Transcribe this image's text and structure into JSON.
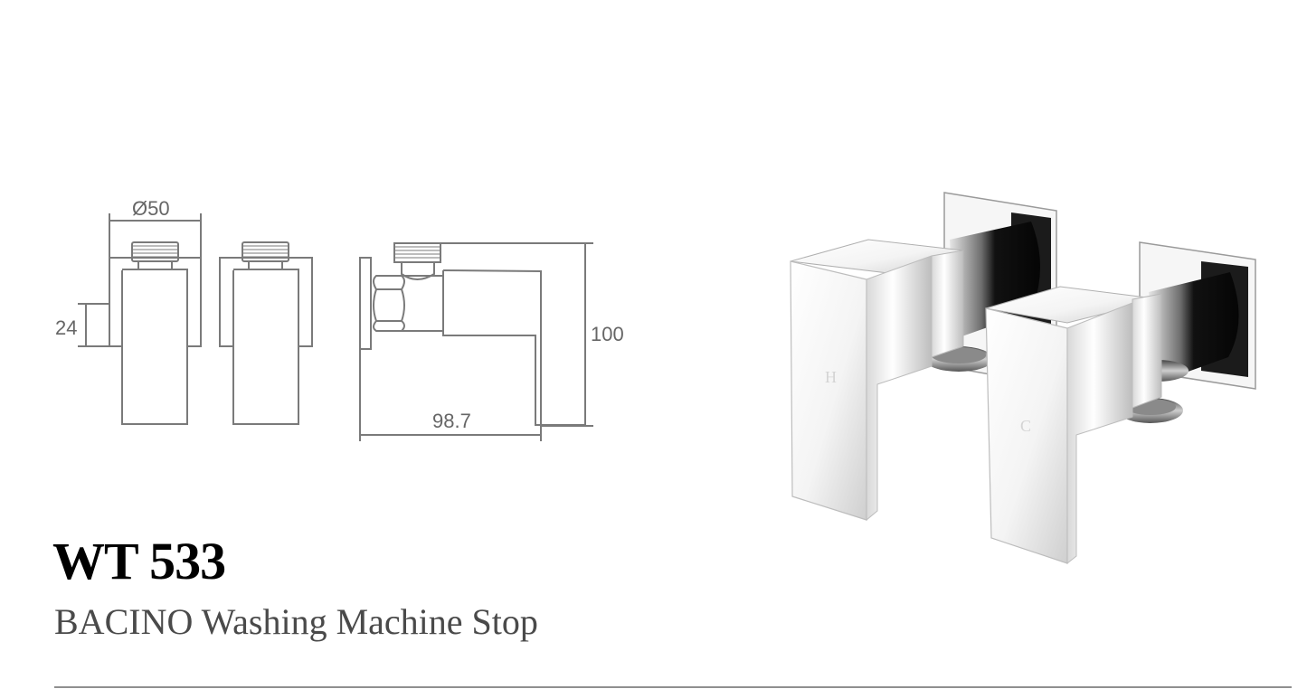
{
  "product": {
    "model": "WT 533",
    "name": "BACINO Washing Machine Stop"
  },
  "dimensions": {
    "diameter": "Ø50",
    "height_small": "24",
    "height_total": "100",
    "depth": "98.7"
  },
  "product_image": {
    "handle_labels": [
      "H",
      "C"
    ],
    "finish": "chrome"
  },
  "colors": {
    "line": "#7a7a7a",
    "text_dim": "#666666",
    "title": "#000000",
    "subtitle": "#4a4a4a",
    "divider": "#8f8f8f"
  }
}
